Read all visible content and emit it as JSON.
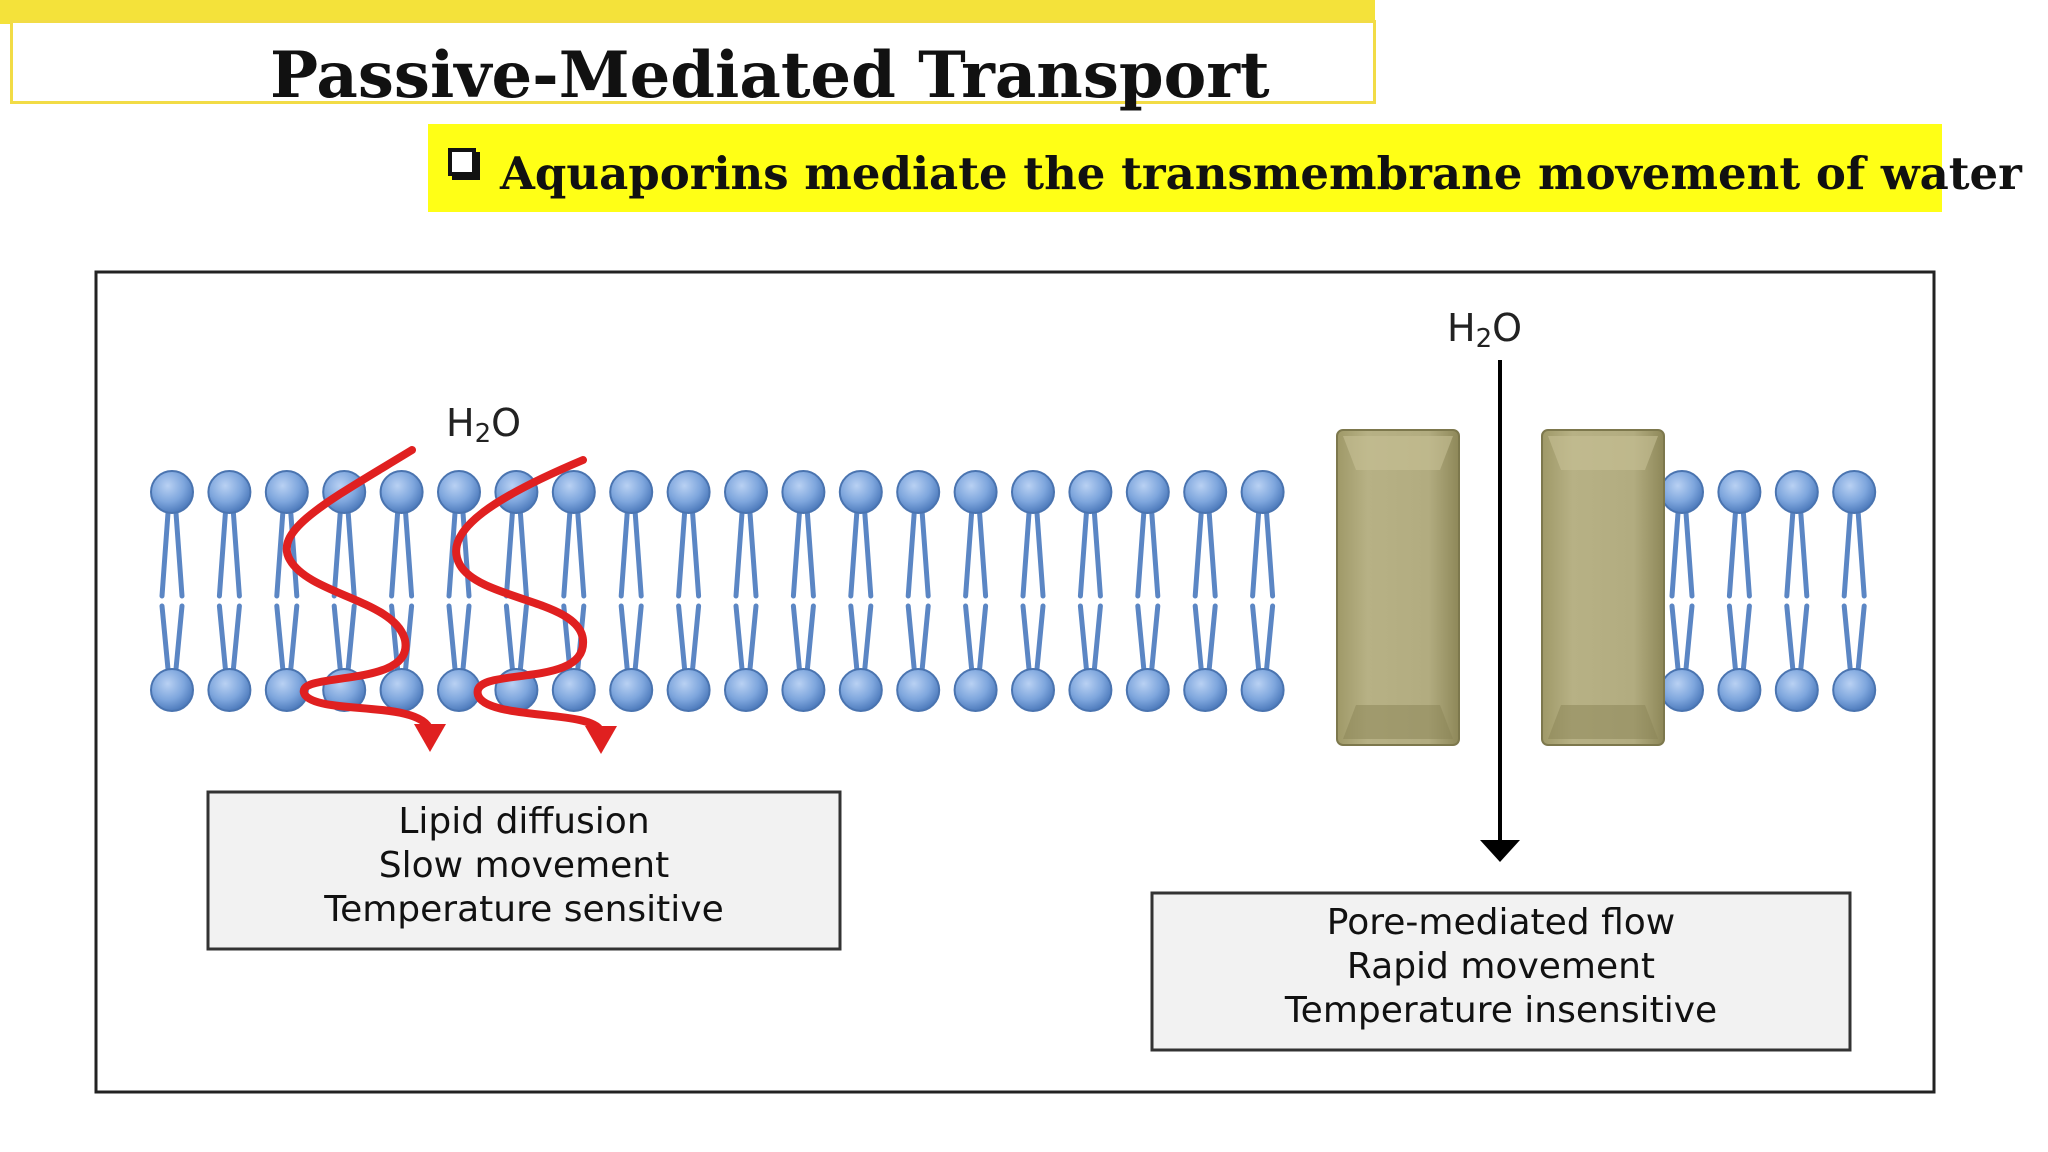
{
  "slide": {
    "title": "Passive-Mediated Transport",
    "subtitle": "Aquaporins mediate the transmembrane movement of  water",
    "colors": {
      "title_band": "#f4e23a",
      "subtitle_highlight": "#ffff16"
    },
    "icons": {
      "bullet": "checkbox-bullet-icon"
    }
  },
  "diagram": {
    "left": {
      "molecule_label": {
        "base": "H",
        "sub": "2",
        "tail": "O"
      },
      "box_lines": [
        "Lipid diffusion",
        "Slow movement",
        "Temperature sensitive"
      ]
    },
    "right": {
      "molecule_label": {
        "base": "H",
        "sub": "2",
        "tail": "O"
      },
      "box_lines": [
        "Pore-mediated flow",
        "Rapid movement",
        "Temperature insensitive"
      ]
    },
    "colors": {
      "lipid_head": "#6f9bd8",
      "lipid_tail": "#5b86c4",
      "diffusion_arrow": "#e02020",
      "aquaporin": "#aca678",
      "flow_arrow": "#000000",
      "label_box_fill": "#f2f2f2"
    }
  }
}
